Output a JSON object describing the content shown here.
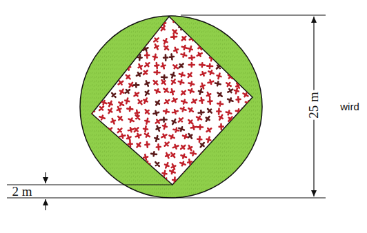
{
  "diagram": {
    "labels": [
      "25 m",
      "2 m",
      "wird"
    ]
  }
}
